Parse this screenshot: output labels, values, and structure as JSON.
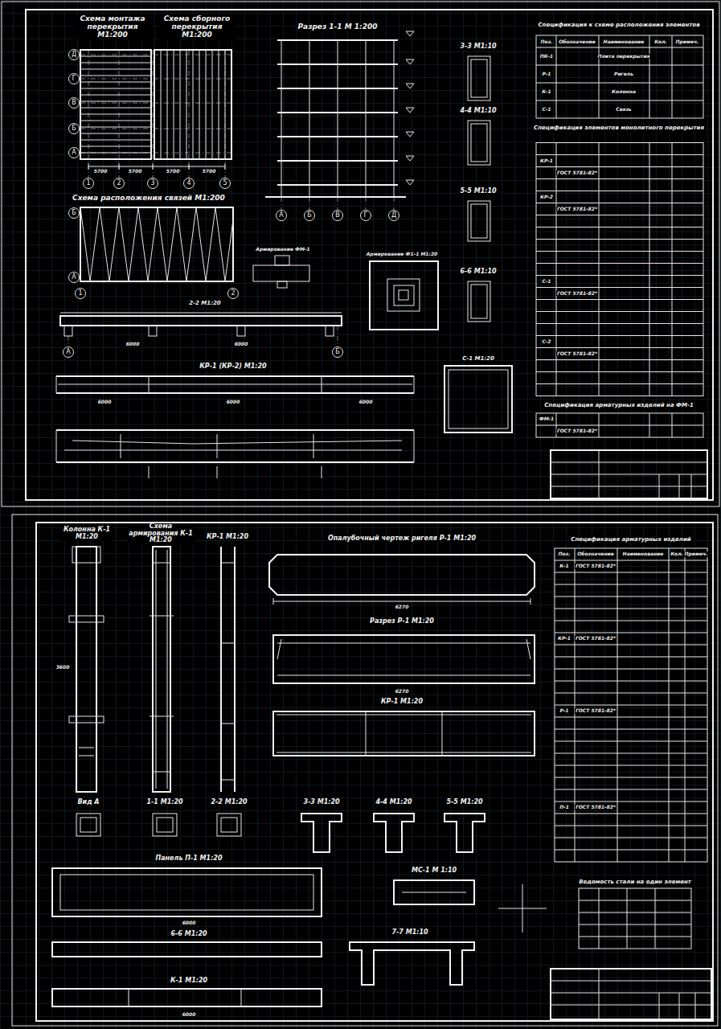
{
  "diagram": {
    "nodes": [
      {
        "text": [
          "Д"
        ]
      },
      {
        "text": [
          "Г"
        ]
      },
      {
        "text": [
          "В"
        ]
      },
      {
        "text": [
          "Б"
        ]
      },
      {
        "text": [
          "А"
        ]
      },
      {
        "text": [
          "1"
        ]
      },
      {
        "text": [
          "2"
        ]
      },
      {
        "text": [
          "3"
        ]
      },
      {
        "text": [
          "4"
        ]
      },
      {
        "text": [
          "5"
        ]
      },
      {
        "text": [
          "А"
        ]
      },
      {
        "text": [
          "Б"
        ]
      },
      {
        "text": [
          "В"
        ]
      },
      {
        "text": [
          "Г"
        ]
      },
      {
        "text": [
          "Д"
        ]
      },
      {
        "text": [
          "Б"
        ]
      },
      {
        "text": [
          "А"
        ]
      },
      {
        "text": [
          "1"
        ]
      },
      {
        "text": [
          "2"
        ]
      },
      {
        "text": [
          "А"
        ]
      },
      {
        "text": [
          "Б"
        ]
      }
    ],
    "labels": [
      "Схема монтажа перекрытия М1:200",
      "Схема сборного перекрытия М1:200",
      "Разрез 1-1 М 1:200",
      "3-3 М1:10",
      "4-4 М1:10",
      "5-5 М1:10",
      "6-6 М1:10",
      "Спецификация к схеме расположения элементов",
      "Спецификация элементов монолитного перекрытия",
      "Спецификация арматурных изделий на ФМ-1",
      "Схема расположения связей М1:200",
      "Армирование ФМ-1",
      "Армирование Ф1-1 М1:20",
      "2-2 М1:20",
      "КР-1 (КР-2) М1:20",
      "С-1 М1:20",
      "5700",
      "5700",
      "5700",
      "5700",
      "6000",
      "6000",
      "6000",
      "6000",
      "6000",
      "Поз.",
      "Обозначение",
      "Наименование",
      "Кол.",
      "Примеч.",
      "ПК-1",
      "Плита перекрытия",
      "Р-1",
      "Ригель",
      "К-1",
      "Колонна",
      "С-1",
      "Связь",
      "КР-1",
      "ГОСТ 5781-82*",
      "КР-2",
      "ГОСТ 5781-82*",
      "С-1",
      "ГОСТ 5781-82*",
      "С-2",
      "ГОСТ 5781-82*",
      "ФМ-1",
      "ГОСТ 5781-82*",
      "Колонна К-1 М1:20",
      "Схема армирования К-1 М1:20",
      "КР-1 М1:20",
      "Опалубочный чертеж ригеля Р-1 М1:20",
      "Разрез Р-1 М1:20",
      "КР-1 М1:20",
      "Вид А",
      "1-1 М1:20",
      "2-2 М1:20",
      "3-3 М1:20",
      "4-4 М1:20",
      "5-5 М1:20",
      "Панель П-1 М1:20",
      "6-6 М1:20",
      "К-1 М1:20",
      "МС-1 М 1:10",
      "7-7 М1:10",
      "Спецификация арматурных изделий",
      "Ведомость стали на один элемент",
      "6270",
      "6270",
      "6000",
      "6000",
      "3600",
      "К-1",
      "ГОСТ 5781-82*",
      "КР-1",
      "ГОСТ 5781-82*",
      "Р-1",
      "ГОСТ 5781-82*",
      "П-1",
      "ГОСТ 5781-82*",
      "Поз.",
      "Обозначение",
      "Наименование",
      "Кол.",
      "Примеч."
    ]
  }
}
